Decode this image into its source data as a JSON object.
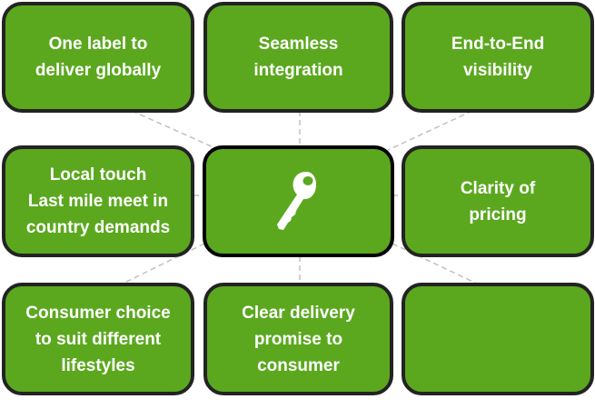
{
  "diagram": {
    "center": {
      "icon": "key-icon"
    },
    "items": [
      {
        "id": "top-left",
        "label": "One label to\ndeliver globally"
      },
      {
        "id": "top-center",
        "label": "Seamless\nintegration"
      },
      {
        "id": "top-right",
        "label": "End-to-End\nvisibility"
      },
      {
        "id": "middle-left",
        "label": "Local touch\nLast mile meet in\ncountry demands"
      },
      {
        "id": "middle-right",
        "label": "Clarity of\npricing"
      },
      {
        "id": "bottom-left",
        "label": "Consumer choice\nto suit different\nlifestyles"
      },
      {
        "id": "bottom-center",
        "label": "Clear delivery\npromise to\nconsumer"
      },
      {
        "id": "bottom-right",
        "label": ""
      }
    ],
    "colors": {
      "fill": "#5ba81f",
      "border": "#232323",
      "connector": "#c0c0c0",
      "text": "#ffffff"
    }
  }
}
